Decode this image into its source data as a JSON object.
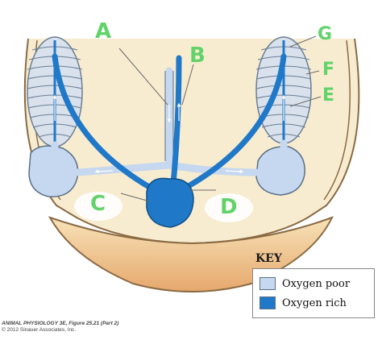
{
  "labels": {
    "a": "A",
    "b": "B",
    "c": "C",
    "d": "D",
    "e": "E",
    "f": "F",
    "g": "G"
  },
  "key": {
    "title": "KEY",
    "items": [
      {
        "label": "Oxygen poor",
        "color": "#c5d8ef"
      },
      {
        "label": "Oxygen rich",
        "color": "#1f78c8"
      }
    ]
  },
  "credit": {
    "line1": "ANIMAL PHYSIOLOGY 3E, Figure 25.21 (Part 2)",
    "line2": "© 2012 Sinauer Associates, Inc."
  },
  "colors": {
    "body_fill": "#f6e7c6",
    "body_bottom": "#e9b27a",
    "outline": "#8a6a43",
    "oxygen_poor": "#c5d8ef",
    "oxygen_rich": "#1f78c8",
    "label_green": "#62d36a"
  }
}
